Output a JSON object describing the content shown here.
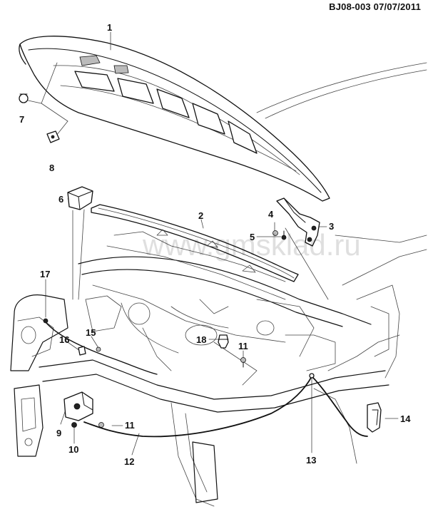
{
  "header": {
    "code_date": "BJ08-003  07/07/2011"
  },
  "watermark": "www.gmsklad.ru",
  "callouts": [
    "1",
    "2",
    "3",
    "4",
    "5",
    "6",
    "7",
    "8",
    "9",
    "10",
    "11",
    "11",
    "12",
    "13",
    "14",
    "15",
    "16",
    "17",
    "18"
  ]
}
